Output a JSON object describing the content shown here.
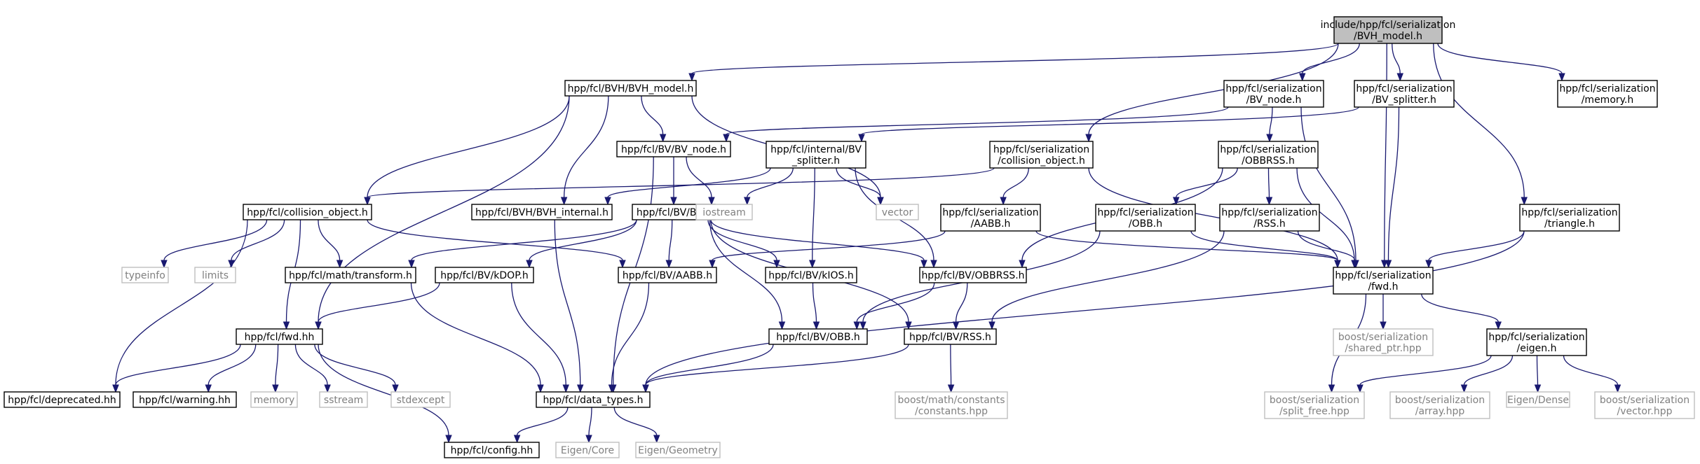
{
  "colors": {
    "root_fill": "#bfbfbf",
    "node_border": "#000000",
    "external_border": "#bfbfbf",
    "external_text": "#808080",
    "text": "#000000",
    "edge": "#191970",
    "background": "#ffffff"
  },
  "nodes": [
    {
      "id": "root",
      "lines": [
        "include/hpp/fcl/serialization",
        "/BVH_model.h"
      ],
      "kind": "root"
    },
    {
      "id": "bvh_model",
      "lines": [
        "hpp/fcl/BVH/BVH_model.h"
      ],
      "kind": "local"
    },
    {
      "id": "ser_bv_node",
      "lines": [
        "hpp/fcl/serialization",
        "/BV_node.h"
      ],
      "kind": "local"
    },
    {
      "id": "ser_bv_splitter",
      "lines": [
        "hpp/fcl/serialization",
        "/BV_splitter.h"
      ],
      "kind": "local"
    },
    {
      "id": "ser_memory",
      "lines": [
        "hpp/fcl/serialization",
        "/memory.h"
      ],
      "kind": "local"
    },
    {
      "id": "bv_bv_node",
      "lines": [
        "hpp/fcl/BV/BV_node.h"
      ],
      "kind": "local"
    },
    {
      "id": "internal_bv_splitter",
      "lines": [
        "hpp/fcl/internal/BV",
        "_splitter.h"
      ],
      "kind": "local"
    },
    {
      "id": "ser_collision_object",
      "lines": [
        "hpp/fcl/serialization",
        "/collision_object.h"
      ],
      "kind": "local"
    },
    {
      "id": "ser_obbrss",
      "lines": [
        "hpp/fcl/serialization",
        "/OBBRSS.h"
      ],
      "kind": "local"
    },
    {
      "id": "collision_object",
      "lines": [
        "hpp/fcl/collision_object.h"
      ],
      "kind": "local"
    },
    {
      "id": "bvh_internal",
      "lines": [
        "hpp/fcl/BVH/BVH_internal.h"
      ],
      "kind": "local"
    },
    {
      "id": "bv_bv",
      "lines": [
        "hpp/fcl/BV/BV.h"
      ],
      "kind": "local"
    },
    {
      "id": "iostream",
      "lines": [
        "iostream"
      ],
      "kind": "external"
    },
    {
      "id": "vector",
      "lines": [
        "vector"
      ],
      "kind": "external"
    },
    {
      "id": "ser_aabb",
      "lines": [
        "hpp/fcl/serialization",
        "/AABB.h"
      ],
      "kind": "local"
    },
    {
      "id": "ser_obb",
      "lines": [
        "hpp/fcl/serialization",
        "/OBB.h"
      ],
      "kind": "local"
    },
    {
      "id": "ser_rss",
      "lines": [
        "hpp/fcl/serialization",
        "/RSS.h"
      ],
      "kind": "local"
    },
    {
      "id": "ser_triangle",
      "lines": [
        "hpp/fcl/serialization",
        "/triangle.h"
      ],
      "kind": "local"
    },
    {
      "id": "typeinfo",
      "lines": [
        "typeinfo"
      ],
      "kind": "external"
    },
    {
      "id": "limits",
      "lines": [
        "limits"
      ],
      "kind": "external"
    },
    {
      "id": "math_transform",
      "lines": [
        "hpp/fcl/math/transform.h"
      ],
      "kind": "local"
    },
    {
      "id": "bv_kdop",
      "lines": [
        "hpp/fcl/BV/kDOP.h"
      ],
      "kind": "local"
    },
    {
      "id": "bv_aabb",
      "lines": [
        "hpp/fcl/BV/AABB.h"
      ],
      "kind": "local"
    },
    {
      "id": "bv_kios",
      "lines": [
        "hpp/fcl/BV/kIOS.h"
      ],
      "kind": "local"
    },
    {
      "id": "bv_obbrss",
      "lines": [
        "hpp/fcl/BV/OBBRSS.h"
      ],
      "kind": "local"
    },
    {
      "id": "ser_fwd",
      "lines": [
        "hpp/fcl/serialization",
        "/fwd.h"
      ],
      "kind": "local"
    },
    {
      "id": "fwd_hh",
      "lines": [
        "hpp/fcl/fwd.hh"
      ],
      "kind": "local"
    },
    {
      "id": "bv_obb",
      "lines": [
        "hpp/fcl/BV/OBB.h"
      ],
      "kind": "local"
    },
    {
      "id": "bv_rss",
      "lines": [
        "hpp/fcl/BV/RSS.h"
      ],
      "kind": "local"
    },
    {
      "id": "boost_shared_ptr",
      "lines": [
        "boost/serialization",
        "/shared_ptr.hpp"
      ],
      "kind": "external"
    },
    {
      "id": "ser_eigen",
      "lines": [
        "hpp/fcl/serialization",
        "/eigen.h"
      ],
      "kind": "local"
    },
    {
      "id": "deprecated",
      "lines": [
        "hpp/fcl/deprecated.hh"
      ],
      "kind": "local"
    },
    {
      "id": "warning",
      "lines": [
        "hpp/fcl/warning.hh"
      ],
      "kind": "local"
    },
    {
      "id": "memory",
      "lines": [
        "memory"
      ],
      "kind": "external"
    },
    {
      "id": "sstream",
      "lines": [
        "sstream"
      ],
      "kind": "external"
    },
    {
      "id": "stdexcept",
      "lines": [
        "stdexcept"
      ],
      "kind": "external"
    },
    {
      "id": "data_types",
      "lines": [
        "hpp/fcl/data_types.h"
      ],
      "kind": "local"
    },
    {
      "id": "boost_constants",
      "lines": [
        "boost/math/constants",
        "/constants.hpp"
      ],
      "kind": "external"
    },
    {
      "id": "boost_split_free",
      "lines": [
        "boost/serialization",
        "/split_free.hpp"
      ],
      "kind": "external"
    },
    {
      "id": "boost_array",
      "lines": [
        "boost/serialization",
        "/array.hpp"
      ],
      "kind": "external"
    },
    {
      "id": "eigen_dense",
      "lines": [
        "Eigen/Dense"
      ],
      "kind": "external"
    },
    {
      "id": "boost_vector",
      "lines": [
        "boost/serialization",
        "/vector.hpp"
      ],
      "kind": "external"
    },
    {
      "id": "config",
      "lines": [
        "hpp/fcl/config.hh"
      ],
      "kind": "local"
    },
    {
      "id": "eigen_core",
      "lines": [
        "Eigen/Core"
      ],
      "kind": "external"
    },
    {
      "id": "eigen_geometry",
      "lines": [
        "Eigen/Geometry"
      ],
      "kind": "external"
    }
  ],
  "edges": [
    [
      "root",
      "bvh_model"
    ],
    [
      "root",
      "ser_bv_node"
    ],
    [
      "root",
      "ser_bv_splitter"
    ],
    [
      "root",
      "ser_memory"
    ],
    [
      "root",
      "ser_collision_object"
    ],
    [
      "root",
      "ser_triangle"
    ],
    [
      "root",
      "ser_fwd"
    ],
    [
      "bvh_model",
      "bv_bv_node"
    ],
    [
      "bvh_model",
      "collision_object"
    ],
    [
      "bvh_model",
      "bvh_internal"
    ],
    [
      "bvh_model",
      "vector"
    ],
    [
      "bvh_model",
      "fwd_hh"
    ],
    [
      "ser_bv_node",
      "bv_bv_node"
    ],
    [
      "ser_bv_node",
      "ser_obbrss"
    ],
    [
      "ser_bv_node",
      "ser_fwd"
    ],
    [
      "ser_bv_splitter",
      "internal_bv_splitter"
    ],
    [
      "ser_bv_splitter",
      "ser_fwd"
    ],
    [
      "bv_bv_node",
      "bv_bv"
    ],
    [
      "bv_bv_node",
      "iostream"
    ],
    [
      "bv_bv_node",
      "data_types"
    ],
    [
      "internal_bv_splitter",
      "bvh_internal"
    ],
    [
      "internal_bv_splitter",
      "iostream"
    ],
    [
      "internal_bv_splitter",
      "vector"
    ],
    [
      "internal_bv_splitter",
      "bv_kios"
    ],
    [
      "internal_bv_splitter",
      "bv_obbrss"
    ],
    [
      "ser_collision_object",
      "collision_object"
    ],
    [
      "ser_collision_object",
      "ser_aabb"
    ],
    [
      "ser_collision_object",
      "ser_fwd"
    ],
    [
      "ser_obbrss",
      "bv_obbrss"
    ],
    [
      "ser_obbrss",
      "ser_obb"
    ],
    [
      "ser_obbrss",
      "ser_rss"
    ],
    [
      "ser_obbrss",
      "ser_fwd"
    ],
    [
      "collision_object",
      "typeinfo"
    ],
    [
      "collision_object",
      "limits"
    ],
    [
      "collision_object",
      "math_transform"
    ],
    [
      "collision_object",
      "bv_aabb"
    ],
    [
      "collision_object",
      "fwd_hh"
    ],
    [
      "collision_object",
      "deprecated"
    ],
    [
      "bvh_internal",
      "data_types"
    ],
    [
      "bv_bv",
      "math_transform"
    ],
    [
      "bv_bv",
      "bv_kdop"
    ],
    [
      "bv_bv",
      "bv_aabb"
    ],
    [
      "bv_bv",
      "bv_kios"
    ],
    [
      "bv_bv",
      "bv_obbrss"
    ],
    [
      "bv_bv",
      "bv_obb"
    ],
    [
      "bv_bv",
      "bv_rss"
    ],
    [
      "ser_aabb",
      "bv_aabb"
    ],
    [
      "ser_aabb",
      "ser_fwd"
    ],
    [
      "ser_obb",
      "bv_obb"
    ],
    [
      "ser_obb",
      "ser_fwd"
    ],
    [
      "ser_rss",
      "bv_rss"
    ],
    [
      "ser_rss",
      "ser_fwd"
    ],
    [
      "ser_triangle",
      "ser_fwd"
    ],
    [
      "ser_triangle",
      "data_types"
    ],
    [
      "math_transform",
      "data_types"
    ],
    [
      "bv_kdop",
      "fwd_hh"
    ],
    [
      "bv_kdop",
      "data_types"
    ],
    [
      "bv_aabb",
      "data_types"
    ],
    [
      "bv_kios",
      "bv_obb"
    ],
    [
      "bv_obbrss",
      "bv_obb"
    ],
    [
      "bv_obbrss",
      "bv_rss"
    ],
    [
      "ser_fwd",
      "boost_shared_ptr"
    ],
    [
      "ser_fwd",
      "ser_eigen"
    ],
    [
      "ser_fwd",
      "boost_split_free"
    ],
    [
      "fwd_hh",
      "deprecated"
    ],
    [
      "fwd_hh",
      "warning"
    ],
    [
      "fwd_hh",
      "memory"
    ],
    [
      "fwd_hh",
      "sstream"
    ],
    [
      "fwd_hh",
      "stdexcept"
    ],
    [
      "fwd_hh",
      "config"
    ],
    [
      "bv_obb",
      "data_types"
    ],
    [
      "bv_rss",
      "data_types"
    ],
    [
      "bv_rss",
      "boost_constants"
    ],
    [
      "ser_eigen",
      "boost_split_free"
    ],
    [
      "ser_eigen",
      "boost_array"
    ],
    [
      "ser_eigen",
      "eigen_dense"
    ],
    [
      "ser_eigen",
      "boost_vector"
    ],
    [
      "data_types",
      "config"
    ],
    [
      "data_types",
      "eigen_core"
    ],
    [
      "data_types",
      "eigen_geometry"
    ]
  ]
}
